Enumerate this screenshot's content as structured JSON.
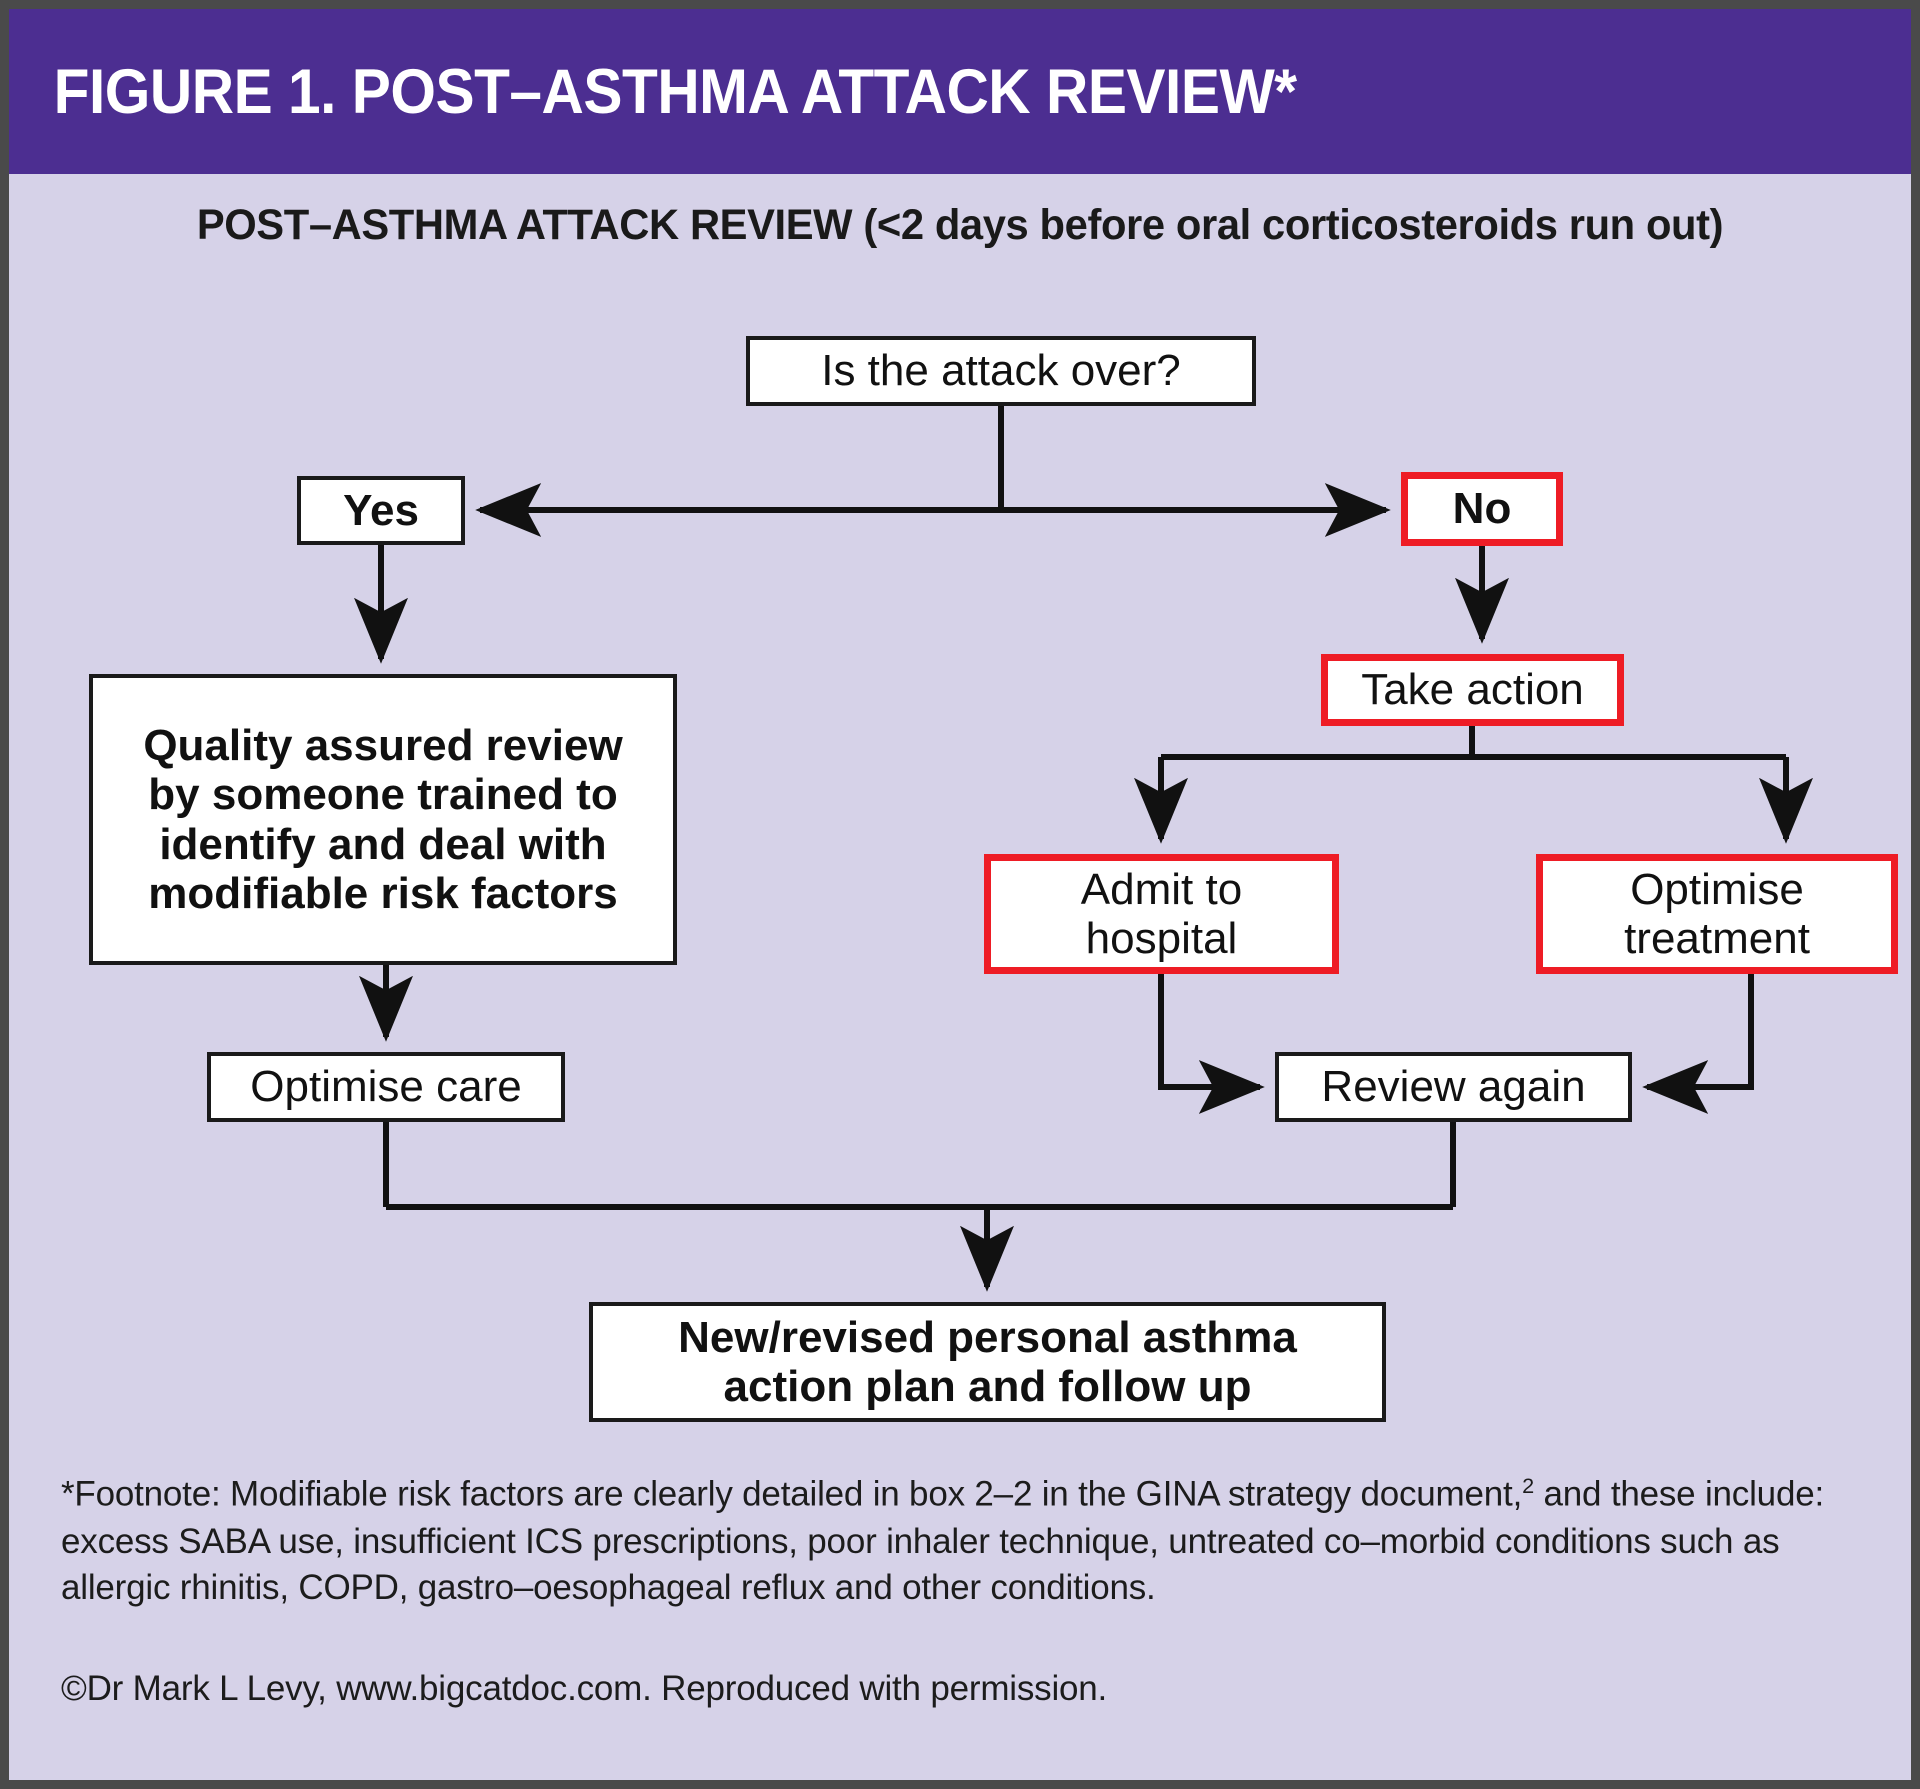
{
  "header": {
    "title": "FIGURE 1. POST–ASTHMA ATTACK REVIEW*",
    "bar_color": "#4c2e91",
    "title_color": "#ffffff"
  },
  "subtitle": "POST–ASTHMA ATTACK REVIEW (<2 days before oral corticosteroids  run out)",
  "background_color": "#d6d2e8",
  "accent_red": "#ee1c25",
  "chart_data": {
    "type": "diagram",
    "diagram_kind": "flowchart",
    "title": "POST–ASTHMA ATTACK REVIEW (<2 days before oral corticosteroids  run out)",
    "nodes": [
      {
        "id": "question",
        "label": "Is the attack over?",
        "highlight": "none"
      },
      {
        "id": "yes",
        "label": "Yes",
        "highlight": "none"
      },
      {
        "id": "no",
        "label": "No",
        "highlight": "red"
      },
      {
        "id": "quality",
        "label": "Quality assured review by someone trained to identify and deal with modifiable risk factors",
        "highlight": "none"
      },
      {
        "id": "take-action",
        "label": "Take action",
        "highlight": "red"
      },
      {
        "id": "admit",
        "label": "Admit to hospital",
        "highlight": "red"
      },
      {
        "id": "optimise-tx",
        "label": "Optimise treatment",
        "highlight": "red"
      },
      {
        "id": "optimise-care",
        "label": "Optimise care",
        "highlight": "none"
      },
      {
        "id": "review-again",
        "label": "Review again",
        "highlight": "none"
      },
      {
        "id": "newplan",
        "label": "New/revised personal asthma action plan and follow up",
        "highlight": "none"
      }
    ],
    "node_lines": {
      "question": [
        "Is the attack over?"
      ],
      "yes": [
        "Yes"
      ],
      "no": [
        "No"
      ],
      "quality": [
        "Quality assured review",
        "by someone trained to",
        "identify and deal with",
        "modifiable risk factors"
      ],
      "take_action": [
        "Take action"
      ],
      "admit": [
        "Admit to",
        "hospital"
      ],
      "optimise_tx": [
        "Optimise",
        "treatment"
      ],
      "optimise_care": [
        "Optimise care"
      ],
      "review_again": [
        "Review again"
      ],
      "newplan": [
        "New/revised personal asthma",
        "action plan and follow up"
      ]
    },
    "edges": [
      {
        "from": "question",
        "to": "yes",
        "label": ""
      },
      {
        "from": "question",
        "to": "no",
        "label": ""
      },
      {
        "from": "yes",
        "to": "quality",
        "label": ""
      },
      {
        "from": "no",
        "to": "take-action",
        "label": ""
      },
      {
        "from": "quality",
        "to": "optimise-care",
        "label": ""
      },
      {
        "from": "take-action",
        "to": "admit",
        "label": ""
      },
      {
        "from": "take-action",
        "to": "optimise-tx",
        "label": ""
      },
      {
        "from": "admit",
        "to": "review-again",
        "label": ""
      },
      {
        "from": "optimise-tx",
        "to": "review-again",
        "label": ""
      },
      {
        "from": "optimise-care",
        "to": "newplan",
        "label": ""
      },
      {
        "from": "review-again",
        "to": "newplan",
        "label": ""
      }
    ]
  },
  "footnote": {
    "part1": "*Footnote: Modifiable risk factors are clearly detailed in box 2–2 in the GINA strategy document,",
    "superscript": "2",
    "part2": " and these include: excess SABA use, insufficient ICS prescriptions, poor inhaler technique, untreated co–morbid conditions such as allergic rhinitis, COPD, gastro–oesophageal reflux and other conditions."
  },
  "credit": "©Dr Mark L Levy, www.bigcatdoc.com. Reproduced with permission."
}
